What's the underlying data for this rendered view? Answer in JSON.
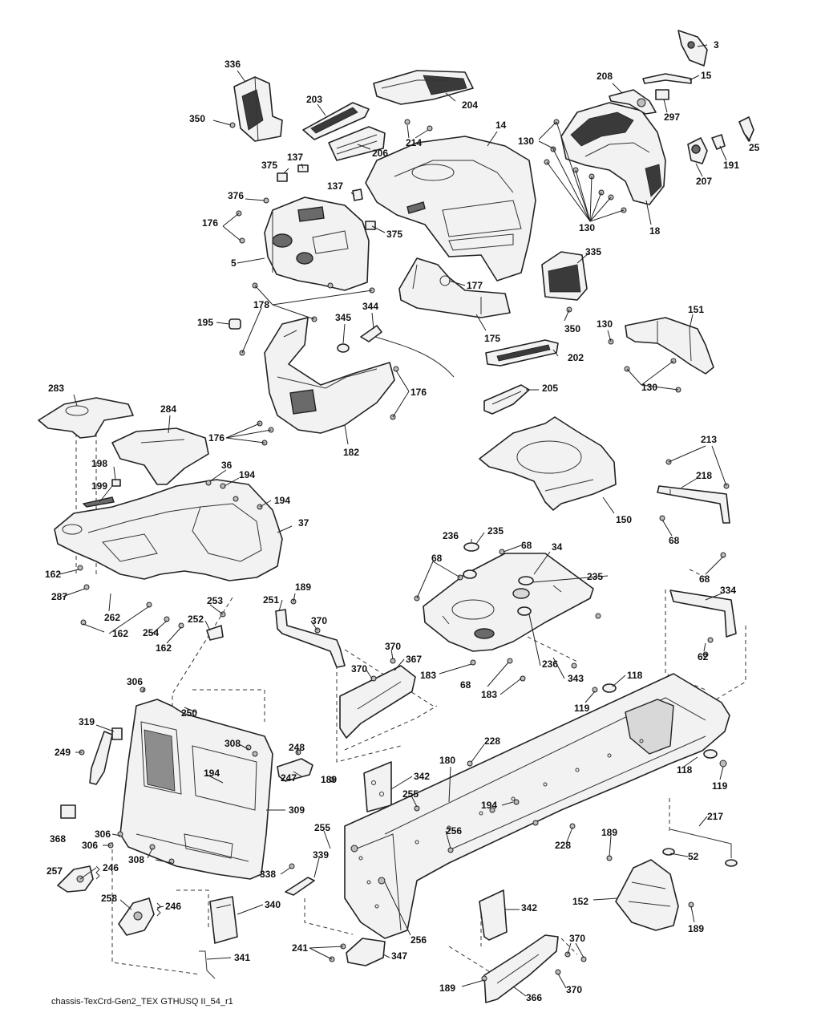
{
  "caption": "chassis-TexCrd-Gen2_TEX GTHUSQ II_54_r1",
  "callouts": [
    "3",
    "15",
    "336",
    "208",
    "203",
    "204",
    "297",
    "350",
    "14",
    "130",
    "25",
    "214",
    "206",
    "191",
    "375",
    "137",
    "207",
    "18",
    "376",
    "137",
    "176",
    "375",
    "130",
    "5",
    "335",
    "177",
    "178",
    "344",
    "195",
    "345",
    "350",
    "175",
    "151",
    "130",
    "202",
    "176",
    "130",
    "283",
    "205",
    "284",
    "182",
    "176",
    "213",
    "36",
    "194",
    "218",
    "198",
    "194",
    "199",
    "37",
    "150",
    "236",
    "235",
    "68",
    "68",
    "34",
    "235",
    "162",
    "68",
    "68",
    "287",
    "262",
    "189",
    "253",
    "251",
    "370",
    "334",
    "252",
    "162",
    "254",
    "162",
    "62",
    "367",
    "370",
    "370",
    "236",
    "183",
    "68",
    "343",
    "118",
    "306",
    "183",
    "250",
    "119",
    "319",
    "308",
    "249",
    "248",
    "228",
    "194",
    "247",
    "342",
    "180",
    "118",
    "189",
    "119",
    "255",
    "309",
    "194",
    "217",
    "306",
    "256",
    "255",
    "368",
    "306",
    "308",
    "339",
    "228",
    "189",
    "52",
    "338",
    "257",
    "246",
    "152",
    "256",
    "340",
    "258",
    "246",
    "189",
    "342",
    "241",
    "347",
    "370",
    "341",
    "189",
    "366",
    "370"
  ]
}
